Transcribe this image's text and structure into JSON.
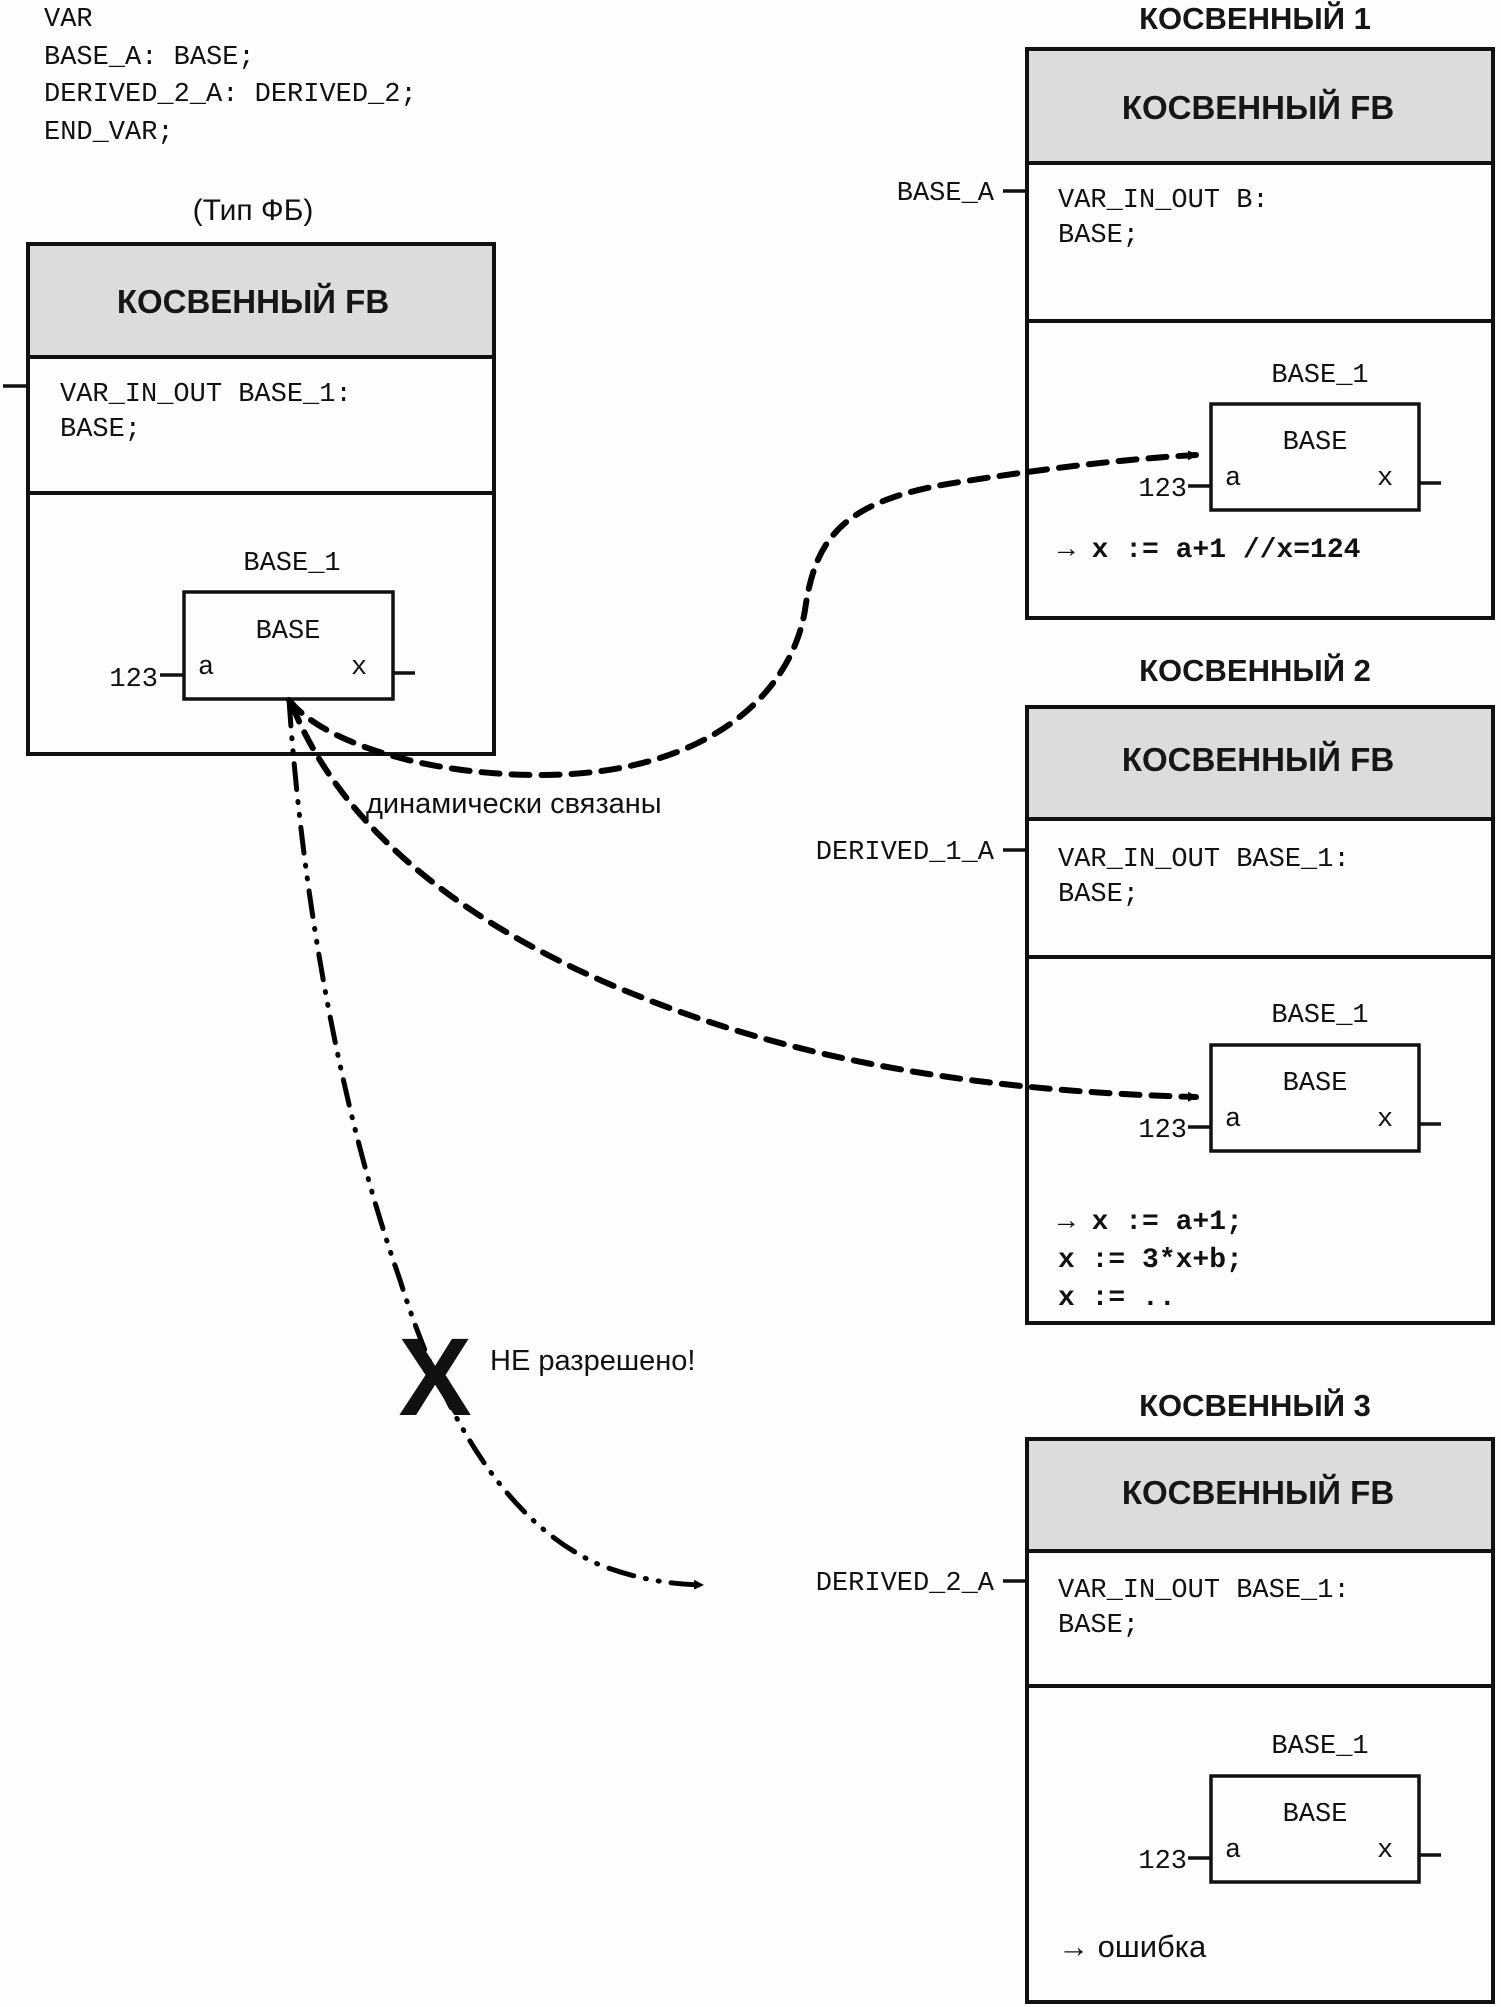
{
  "declaration": {
    "lines": [
      "VAR",
      "BASE_A: BASE;",
      "DERIVED_2_A: DERIVED_2;",
      "END_VAR;"
    ]
  },
  "fb_type": {
    "caption": "(Тип ФБ)",
    "header": "КОСВЕННЫЙ FB",
    "var_lines": [
      "VAR_IN_OUT BASE_1:",
      "BASE;"
    ],
    "instance_name": "BASE_1",
    "block_type": "BASE",
    "input_pin": "a",
    "output_pin": "x",
    "input_value": "123"
  },
  "links": {
    "dynamic_label": "динамически связаны",
    "not_allowed_label": "НЕ разрешено!",
    "not_allowed_mark": "X"
  },
  "instances": [
    {
      "title": "КОСВЕННЫЙ 1",
      "header": "КОСВЕННЫЙ FB",
      "connected_var": "BASE_A",
      "var_lines": [
        "VAR_IN_OUT B:",
        "BASE;"
      ],
      "instance_name": "BASE_1",
      "block_type": "BASE",
      "input_pin": "a",
      "output_pin": "x",
      "input_value": "123",
      "result_lines": [
        "→ x := a+1 //x=124"
      ]
    },
    {
      "title": "КОСВЕННЫЙ 2",
      "header": "КОСВЕННЫЙ FB",
      "connected_var": "DERIVED_1_A",
      "var_lines": [
        "VAR_IN_OUT BASE_1:",
        "BASE;"
      ],
      "instance_name": "BASE_1",
      "block_type": "BASE",
      "input_pin": "a",
      "output_pin": "x",
      "input_value": "123",
      "result_lines": [
        "→ x := a+1;",
        "x := 3*x+b;",
        "x := .."
      ]
    },
    {
      "title": "КОСВЕННЫЙ 3",
      "header": "КОСВЕННЫЙ FB",
      "connected_var": "DERIVED_2_A",
      "var_lines": [
        "VAR_IN_OUT BASE_1:",
        "BASE;"
      ],
      "instance_name": "BASE_1",
      "block_type": "BASE",
      "input_pin": "a",
      "output_pin": "x",
      "input_value": "123",
      "result_lines": [
        "→ ошибка"
      ]
    }
  ]
}
